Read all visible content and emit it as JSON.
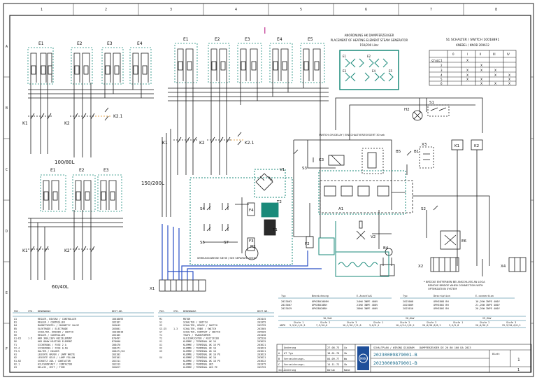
{
  "colors": {
    "frame": "#222222",
    "wire": "#1a1a1a",
    "teal": "#1a8a7a",
    "blue": "#2b4fc4",
    "orange": "#e08a1a",
    "magenta": "#c03090",
    "table_text": "#1a6a8a"
  },
  "border": {
    "columns": [
      "1",
      "2",
      "3",
      "4",
      "5",
      "6",
      "7",
      "8"
    ],
    "rows": [
      "A",
      "B",
      "C",
      "D",
      "E",
      "F"
    ]
  },
  "circuits": {
    "top_left": {
      "elements": [
        "E1",
        "E2",
        "E3",
        "E4"
      ],
      "contactors": [
        "K1",
        "K2",
        "K2.1"
      ],
      "label": "100/80L"
    },
    "top_mid": {
      "elements": [
        "E1",
        "E2",
        "E3",
        "E4",
        "E5"
      ],
      "contactors": [
        "K1",
        "K2",
        "K2.1"
      ],
      "label": "150/200L"
    },
    "bottom_left": {
      "elements": [
        "E1",
        "E2",
        "E3"
      ],
      "contactors": [
        "K1",
        "K2"
      ],
      "label": "60/40L"
    }
  },
  "placement": {
    "title_lines": [
      "ANORDNUNG HK DAMPFERZEUGER",
      "PLACEMENT OF HEATING ELEMENT STEAM GENERATOR",
      "150/200 Liter"
    ],
    "markers": [
      "E1",
      "E2",
      "E3",
      "E4",
      "E5"
    ]
  },
  "switch_table": {
    "title": "S1 SCHALTER / SWITCH 10018891",
    "subtitle": "KNEBEL / KNOB 209612",
    "headers": [
      "0",
      "I",
      "II",
      "III",
      "IV"
    ],
    "row_labels": [
      "1",
      "2",
      "3",
      "4",
      "5",
      "6"
    ],
    "stufe": "STUFE",
    "marks": [
      [
        "",
        "X",
        "",
        "",
        ""
      ],
      [
        "",
        "",
        "X",
        "",
        ""
      ],
      [
        "",
        "X",
        "X",
        "X",
        ""
      ],
      [
        "",
        "X",
        "",
        "X",
        "X"
      ],
      [
        "",
        "X",
        "X",
        "",
        "X"
      ],
      [
        "",
        "",
        "X",
        "X",
        "X"
      ]
    ]
  },
  "components": {
    "labels": [
      "H2",
      "S1",
      "K1",
      "K2",
      "X3",
      "B5",
      "B1",
      "S3",
      "K3",
      "A1",
      "S2",
      "E6",
      "X2",
      "X4",
      "B4",
      "S4",
      "F4",
      "T1",
      "S5",
      "S7",
      "M1",
      "F3",
      "F2",
      "V2",
      "T2",
      "V1",
      "X1"
    ],
    "relay_note": "SWITCH-ON DELAY / EINSCHALTVERZOEGERT 30 sek",
    "motor_note": "WIRKUNGSWEISE SIEHE / SEE SEPARATE SHEET",
    "bridge_note_lines": [
      "* BRÜCKE ENTFERNEN BEI ANSCHLUSS AN LOGA",
      "REMOVE BRIDGE WHEN CONNECTION WITH",
      "OPTIMIZATION SYSTEM"
    ]
  },
  "variants": {
    "left": {
      "headers": [
        "Typ",
        "Bezeichnung",
        "E-Anschluß"
      ],
      "rows": [
        [
          "2023003",
          "OPKE80100BH",
          "24KW 3NPE 400V"
        ],
        [
          "2023007",
          "OPKE8010BH",
          "21KW 3NPE 400V"
        ],
        [
          "2023029",
          "OPKE8020BH",
          "28KW 3NPE 400V"
        ]
      ]
    },
    "right": {
      "headers": [
        "Typ",
        "Description",
        "E-connection"
      ],
      "rows": [
        [
          "2023008",
          "OPKE80D BH",
          "10,2KW 3NPE 400V"
        ],
        [
          "2023009",
          "OPKE80I BH",
          "21,2KW 3NPE 400V"
        ],
        [
          "2023010",
          "OPKE80S BH",
          "20,2KW 3NPE 400V"
        ]
      ]
    },
    "power_strip": {
      "headers": [
        "10,2kW",
        "20,6kW",
        "29,9kW"
      ],
      "stage_headers": [
        "Stufe 1",
        "Stufe 2",
        "Stufe 3",
        "Stufe 1",
        "Stufe 2",
        "Stufe 3",
        "Stufe 1",
        "Stufe 2",
        "Stufe 3"
      ],
      "label": "ADPK",
      "values": [
        "3,5/6,1/6,3",
        "7,9/10,6",
        "10,2/10,7/2,8",
        "3,8/5,1",
        "10,4/14,2/8,2",
        "20,0/20,8/8,2",
        "3,5/5,8",
        "20,0/20,9",
        "29,9/20,6/8,2"
      ]
    }
  },
  "parts_list_left": {
    "headers": [
      "POS.",
      "STK.",
      "BENENNUNG",
      "BEST.NR."
    ],
    "rows": [
      [
        "A1",
        "",
        "REGLER, NIVEAU / CONTROLLER",
        "10018893"
      ],
      [
        "B1",
        "",
        "REGLER / CONTROLLER",
        "205187"
      ],
      [
        "B4",
        "",
        "MAGNETVENTIL / MAGNETIC VALVE",
        "203643"
      ],
      [
        "B5",
        "",
        "ELEKTRODE / ELECTRODE",
        "203001"
      ],
      [
        "E1",
        "",
        "SCHALTER, DREHEN / SWITCH",
        "10018818"
      ],
      [
        "E6",
        "",
        "REGLER / CONTROLLER",
        "205185"
      ],
      [
        "E1-E5",
        "1-5",
        "HKR 3KW,230V HEIZELEMENT",
        "870497"
      ],
      [
        "E6",
        "",
        "HKR 800W HEATING ELEMENT",
        "870000"
      ],
      [
        "F1",
        "",
        "SICHERUNG / FUSE 2 A",
        "208470"
      ],
      [
        "F2-4",
        "",
        "SICHERUNG / FUSE 0,6A",
        "208471"
      ],
      [
        "F3-5",
        "",
        "HALTER / HOLDER",
        "208471/20"
      ],
      [
        "H1",
        "",
        "LEUCHTE GRUEN / LAMP WHITE",
        "203103"
      ],
      [
        "H2",
        "",
        "LEUCHTE GELB / LAMP YELLOW",
        "203101"
      ],
      [
        "K1-K2",
        "",
        "SCHUETZ 20A / CONTACTOR",
        "202311"
      ],
      [
        "K2.1",
        "",
        "HILFSKONTAKT / CONTACTOR",
        "202313"
      ],
      [
        "K3",
        "",
        "RELAIS, ZEIT / TIME",
        "205627"
      ]
    ]
  },
  "parts_list_right": {
    "headers": [
      "POS.",
      "STK.",
      "BENENNUNG",
      "BEST.NR."
    ],
    "rows": [
      [
        "M1",
        "",
        "MOTOR",
        "203445"
      ],
      [
        "S1",
        "",
        "SCHALTER / SWITCH",
        "203355"
      ],
      [
        "S2",
        "",
        "SCHALTER, DRUCK / SWITCH",
        "205799"
      ],
      [
        "S3-S5",
        "1-3",
        "SCHALTER, ENDE / SWITCH",
        "203305"
      ],
      [
        "S7",
        "",
        "SCHALTER, KONTAKT / SWITCH",
        "205509"
      ],
      [
        "T1",
        "",
        "TRAFO / TRANSFORMER",
        "203438"
      ],
      [
        "T2",
        "",
        "GLEICHRICHTER / RECTIFIER",
        "205520"
      ],
      [
        "V1",
        "",
        "KLEMME / TERMINAL UK 16",
        "203625"
      ],
      [
        "X1",
        "",
        "KLEMME / TERMINAL UK 16 PE",
        "203621"
      ],
      [
        "X2",
        "",
        "KLEMME / TERMINAL UK 10",
        "203623"
      ],
      [
        "X3",
        "",
        "KLEMME / TERMINAL UK 10",
        "203621"
      ],
      [
        "",
        "",
        "KLEMME / TERMINAL UK 10 PE",
        "203623"
      ],
      [
        "X4",
        "",
        "KLEMME / TERMINAL UK 10",
        "203621"
      ],
      [
        "",
        "",
        "KLEMME / TERMINAL UK 10 PE",
        "203622"
      ],
      [
        "",
        "",
        "KLEMME / TERMINAL UK5",
        "203375"
      ],
      [
        "",
        "",
        "KLEMME / TERMINAL UK5 PE",
        "205759"
      ]
    ]
  },
  "title_block": {
    "rev_rows": [
      [
        "",
        "Änderung",
        "27.08.73",
        "Lb"
      ],
      [
        "A",
        "AT Typ",
        "18.01.76",
        "Sb"
      ],
      [
        "B",
        "Verzeichnungs.",
        "04.09.77",
        "Wo"
      ],
      [
        "C",
        "Verzeichnungs.",
        "14.11.72",
        "Sb"
      ]
    ],
    "rev_headers": [
      "Ind.",
      "Änderung",
      "Datum",
      "Name"
    ],
    "company_logo": "MKN",
    "title_head": "SCHALTPLAN / WIRING DIAGRAM",
    "title_line": "DAMPFERZEUGER DE 20 80 100 DA 2023",
    "drawing_no": "20230009879001-B",
    "drawing_no_2": "20230009879001-B",
    "sheet_label": "Blatt",
    "sheet_no": "1",
    "sheet_of": "1"
  },
  "magenta_mark": "I"
}
